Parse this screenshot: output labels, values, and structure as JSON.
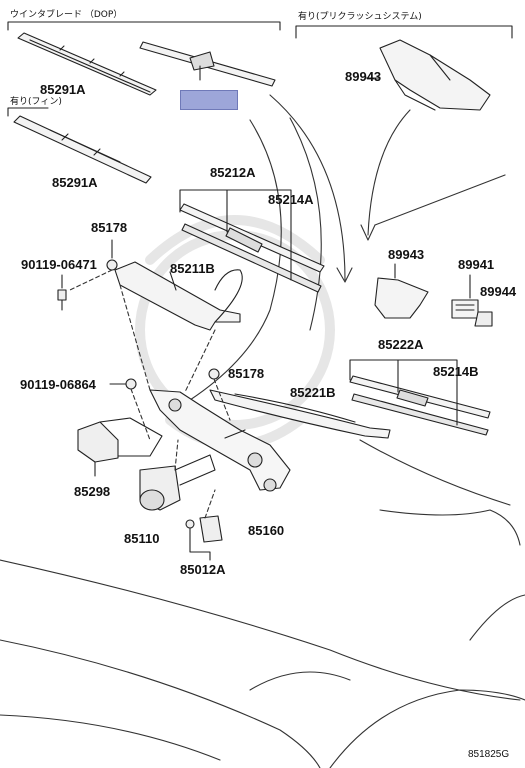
{
  "section_headers": {
    "blade_dop": "ウインタブレード （DOP）",
    "with_fin": "有り(フィン)",
    "with_precrash": "有り(プリクラッシュシステム)"
  },
  "part_labels": {
    "p85291a_top": "85291A",
    "p85291a_fin": "85291A",
    "p89943_top": "89943",
    "p85212a": "85212A",
    "p85214a": "85214A",
    "p85178_top": "85178",
    "p90119_06471": "90119-06471",
    "p85211b": "85211B",
    "p89943_mid": "89943",
    "p89941": "89941",
    "p89944": "89944",
    "p85222a": "85222A",
    "p85214b": "85214B",
    "p85178_mid": "85178",
    "p90119_06864": "90119-06864",
    "p85221b": "85221B",
    "p85298": "85298",
    "p85110": "85110",
    "p85160": "85160",
    "p85012a": "85012A"
  },
  "figure_ref": "851825G",
  "highlight_color": "#9da6d9"
}
